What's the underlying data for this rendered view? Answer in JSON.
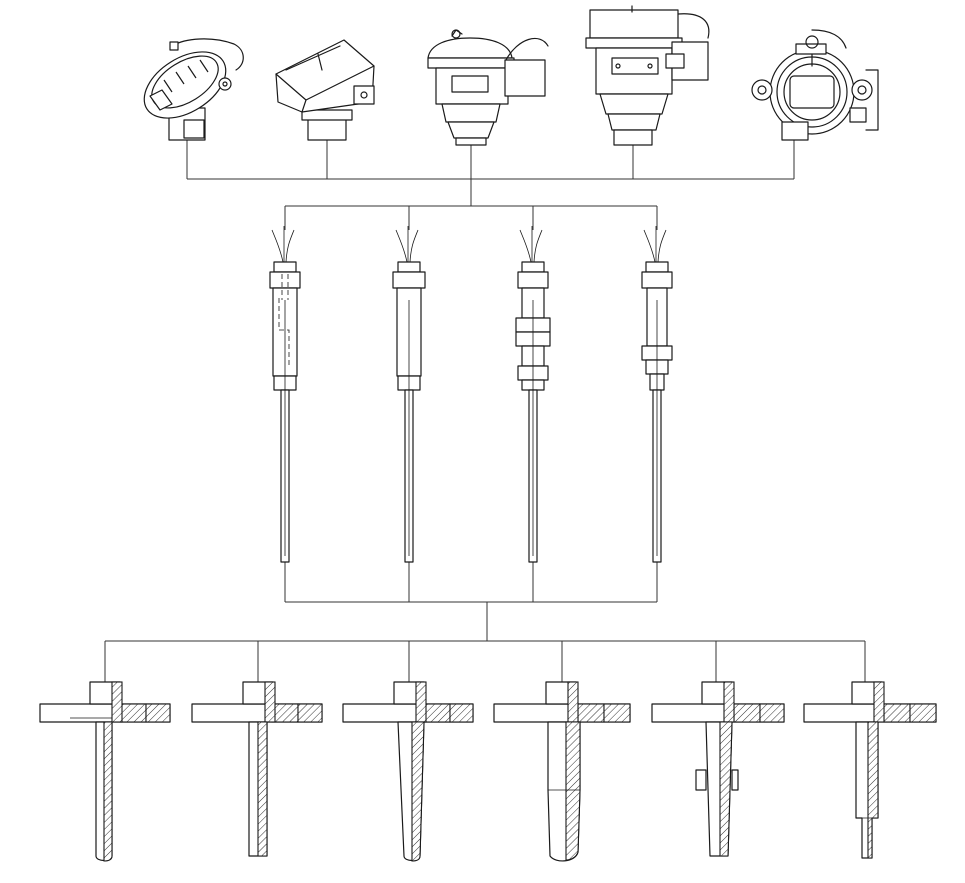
{
  "diagram": {
    "accent_color": "#1a1a1a",
    "background_color": "#ffffff",
    "tiers": [
      {
        "id": "terminal-heads",
        "items": [
          {
            "id": "head-1",
            "icon": "round-terminal-head-icon"
          },
          {
            "id": "head-2",
            "icon": "square-terminal-head-icon"
          },
          {
            "id": "head-3",
            "icon": "dome-terminal-head-icon"
          },
          {
            "id": "head-4",
            "icon": "flat-lid-terminal-head-icon"
          },
          {
            "id": "head-5",
            "icon": "explosion-proof-head-icon"
          }
        ]
      },
      {
        "id": "sensor-inserts",
        "items": [
          {
            "id": "insert-1",
            "icon": "spring-loaded-insert-icon"
          },
          {
            "id": "insert-2",
            "icon": "plain-insert-icon"
          },
          {
            "id": "insert-3",
            "icon": "double-nut-insert-icon"
          },
          {
            "id": "insert-4",
            "icon": "compression-fitting-insert-icon"
          }
        ]
      },
      {
        "id": "flanged-thermowells",
        "items": [
          {
            "id": "well-1",
            "icon": "straight-thermowell-icon"
          },
          {
            "id": "well-2",
            "icon": "straight-thermowell-icon"
          },
          {
            "id": "well-3",
            "icon": "tapered-thermowell-icon"
          },
          {
            "id": "well-4",
            "icon": "tapered-tip-thermowell-icon"
          },
          {
            "id": "well-5",
            "icon": "collared-thermowell-icon"
          },
          {
            "id": "well-6",
            "icon": "stepped-thermowell-icon"
          }
        ]
      }
    ]
  }
}
